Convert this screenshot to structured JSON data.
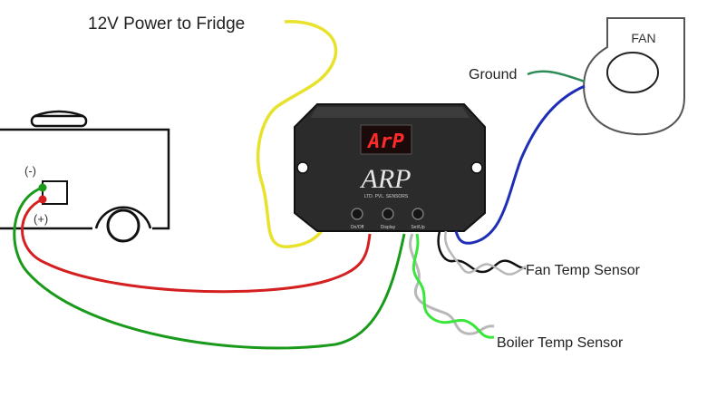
{
  "labels": {
    "power": "12V Power to Fridge",
    "fan": "FAN",
    "ground": "Ground",
    "fan_temp": "Fan Temp Sensor",
    "boiler_temp": "Boiler Temp Sensor",
    "neg": "(-)",
    "pos": "(+)"
  },
  "controller": {
    "display": "ArP",
    "logo": "ARP",
    "subtitle": "LTD. PVL. SENSORS",
    "buttons": [
      "On/Off",
      "Display",
      "Set/Up"
    ]
  },
  "colors": {
    "power_wire": "#e8e22c",
    "ground_wire": "#2e8b57",
    "fan_wire": "#1f2fb5",
    "pos_wire": "#d42020",
    "neg_wire": "#1a9a1a",
    "sensor_wire_green": "#39e639",
    "sensor_wire_gray": "#b8b8b8",
    "sensor_wire_black": "#111111"
  }
}
